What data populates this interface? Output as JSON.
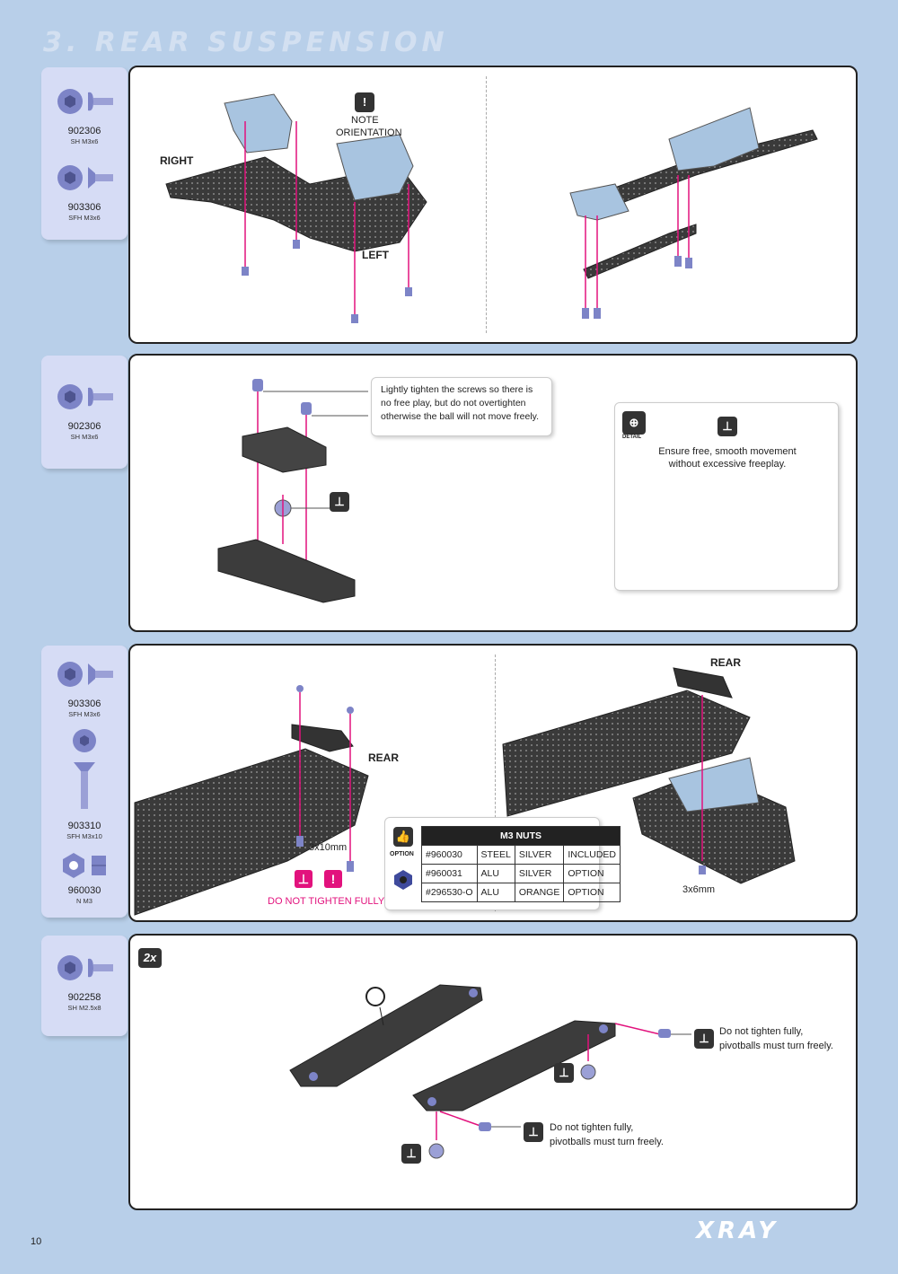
{
  "title": "3. REAR SUSPENSION",
  "page_number": "10",
  "brand": "XRAY",
  "colors": {
    "accent": "#e2127d",
    "background": "#b8cfe9",
    "part_blue": "#7d84c7"
  },
  "step1": {
    "parts": [
      {
        "code": "902306",
        "desc": "SH M3x6",
        "icon": "button-head-screw-icon"
      },
      {
        "code": "903306",
        "desc": "SFH M3x6",
        "icon": "flat-head-screw-icon"
      }
    ],
    "note_line1": "NOTE",
    "note_line2": "ORIENTATION",
    "right_label": "RIGHT",
    "left_label": "LEFT"
  },
  "step2": {
    "parts": [
      {
        "code": "902306",
        "desc": "SH M3x6",
        "icon": "button-head-screw-icon"
      }
    ],
    "callout": "Lightly tighten the screws so there is no free play, but do not overtighten otherwise the ball will not move freely.",
    "detail_label": "DETAIL",
    "detail_text": "Ensure free, smooth movement without excessive freeplay."
  },
  "step3": {
    "parts": [
      {
        "code": "903306",
        "desc": "SFH M3x6",
        "icon": "flat-head-screw-icon"
      },
      {
        "code": "903310",
        "desc": "SFH M3x10",
        "icon": "long-flat-head-screw-icon"
      },
      {
        "code": "960030",
        "desc": "N M3",
        "icon": "nut-icon"
      }
    ],
    "rear_label_a": "REAR",
    "rear_label_b": "REAR",
    "screw_3x10": "3x10mm",
    "screw_3x6": "3x6mm",
    "warning": "DO NOT TIGHTEN FULLY",
    "option_label": "OPTION",
    "nuts_table": {
      "title": "M3 NUTS",
      "rows": [
        [
          "#960030",
          "STEEL",
          "SILVER",
          "INCLUDED"
        ],
        [
          "#960031",
          "ALU",
          "SILVER",
          "OPTION"
        ],
        [
          "#296530-O",
          "ALU",
          "ORANGE",
          "OPTION"
        ]
      ]
    }
  },
  "step4": {
    "parts": [
      {
        "code": "902258",
        "desc": "SH M2.5x8",
        "icon": "button-head-screw-icon"
      }
    ],
    "quantity": "2x",
    "note1_line1": "Do not tighten fully,",
    "note1_line2": "pivotballs must turn freely.",
    "note2_line1": "Do not tighten fully,",
    "note2_line2": "pivotballs must turn freely."
  }
}
